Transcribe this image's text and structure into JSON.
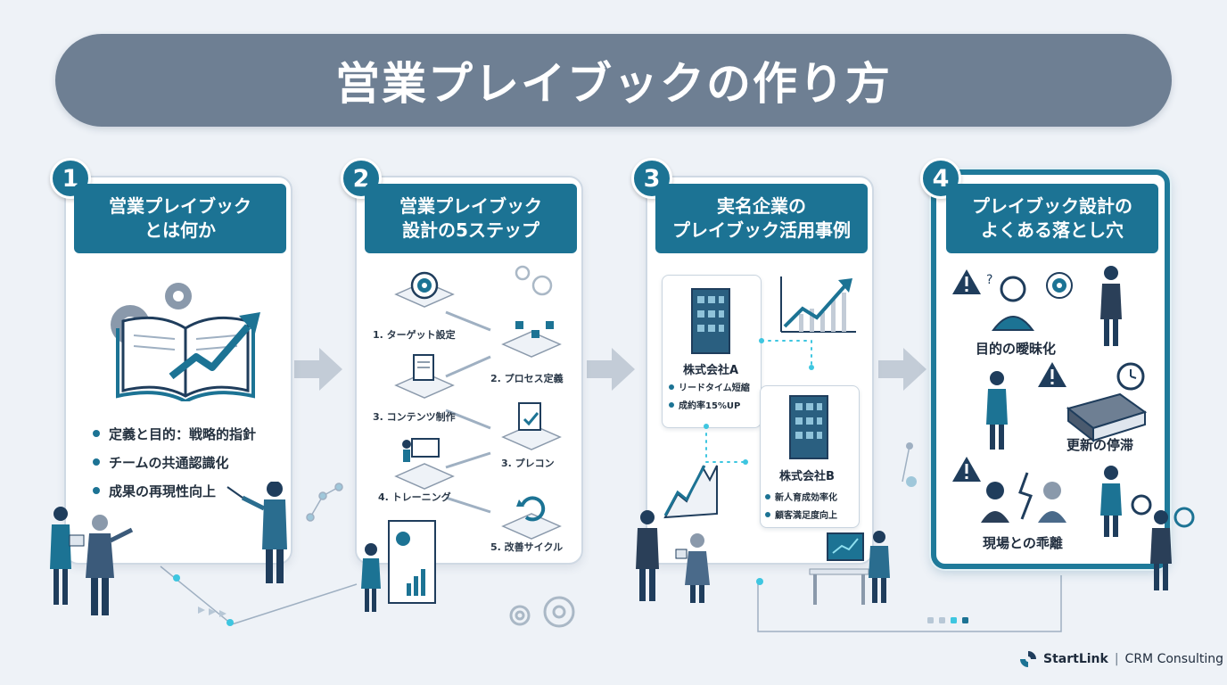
{
  "title": "営業プレイブックの作り方",
  "sections": [
    {
      "number": "1",
      "heading_line1": "営業プレイブック",
      "heading_line2": "とは何か",
      "bullets": [
        "定義と目的：戦略的指針",
        "チームの共通認識化",
        "成果の再現性向上"
      ]
    },
    {
      "number": "2",
      "heading_line1": "営業プレイブック",
      "heading_line2": "設計の5ステップ",
      "steps": [
        "1. ターゲット設定",
        "2. プロセス定義",
        "3. コンテンツ制作",
        "3. プレコン",
        "4. トレーニング",
        "5. 改善サイクル"
      ]
    },
    {
      "number": "3",
      "heading_line1": "実名企業の",
      "heading_line2": "プレイブック活用事例",
      "company_a": {
        "name": "株式会社A",
        "items": [
          "リードタイム短縮",
          "成約率15%UP"
        ]
      },
      "company_b": {
        "name": "株式会社B",
        "items": [
          "新人育成効率化",
          "顧客満足度向上"
        ]
      }
    },
    {
      "number": "4",
      "heading_line1": "プレイブック設計の",
      "heading_line2": "よくある落とし穴",
      "pitfalls": [
        "目的の曖昧化",
        "更新の停滞",
        "現場との乖離"
      ]
    }
  ],
  "brand": {
    "name": "StartLink",
    "tagline": "CRM Consulting"
  },
  "colors": {
    "primary": "#1c7394",
    "title_bar": "#6e7f93",
    "background": "#eef2f7",
    "accent": "#3ec6e0"
  }
}
